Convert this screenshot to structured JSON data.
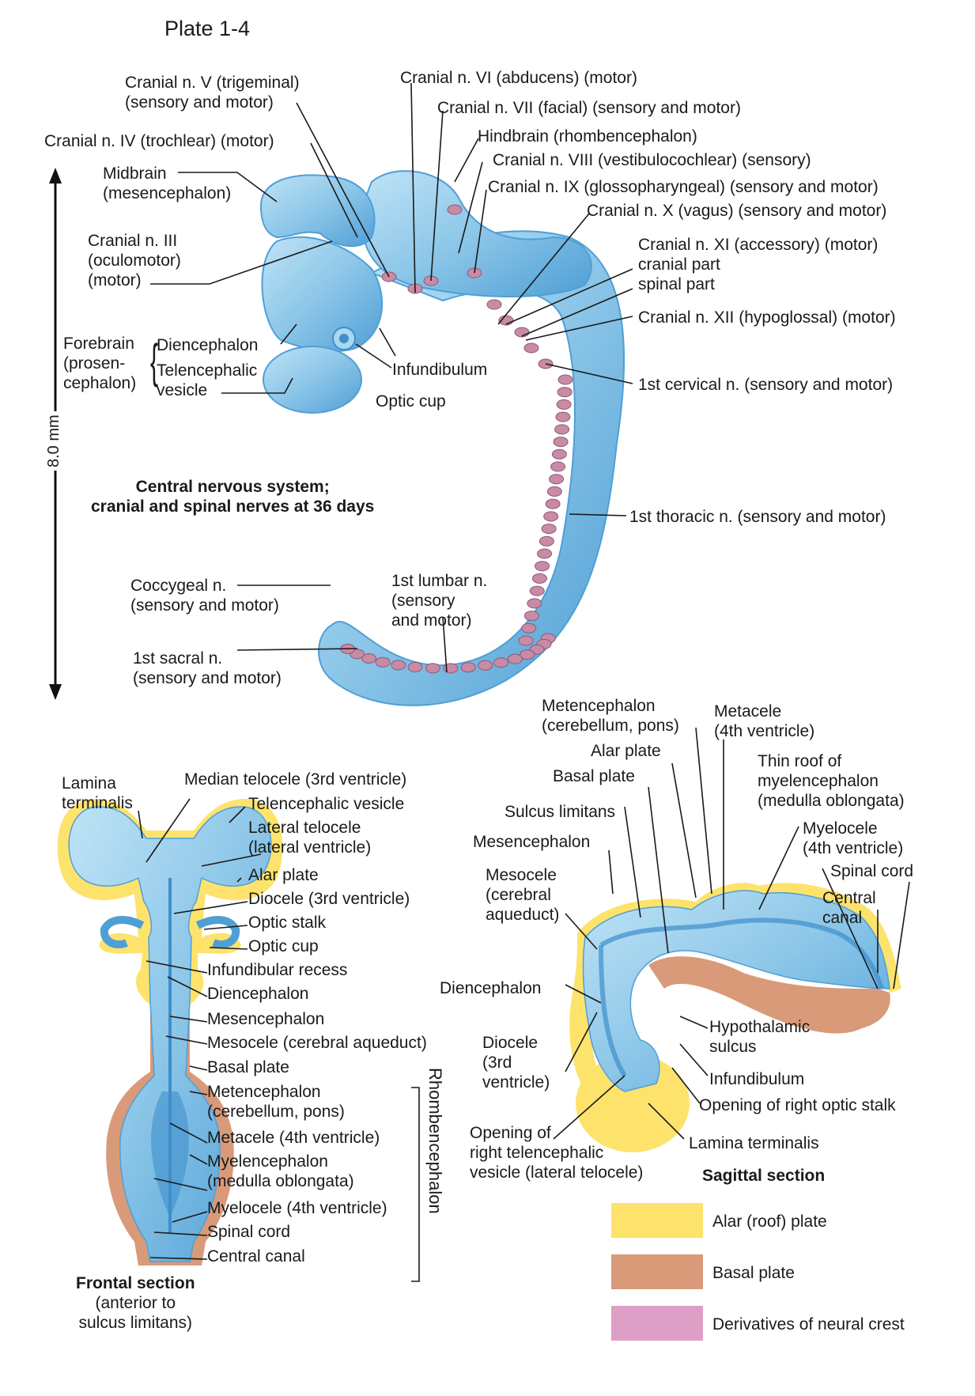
{
  "plate_title": "Plate 1-4",
  "colors": {
    "neural_tube_blue": "#8cc6e8",
    "neural_tube_dark": "#3f8fcc",
    "alar_yellow": "#fde36c",
    "basal_salmon": "#d99a7a",
    "neural_crest_pink": "#dd9fc5",
    "nerve_pink": "#c98aa6"
  },
  "scale": {
    "label": "8.0 mm"
  },
  "top": {
    "caption": [
      "Central nervous system;",
      "cranial and spinal nerves at 36 days"
    ],
    "labels": {
      "cn5": [
        "Cranial n. V (trigeminal)",
        "(sensory and motor)"
      ],
      "cn4": "Cranial n. IV (trochlear) (motor)",
      "midbrain": [
        "Midbrain",
        "(mesencephalon)"
      ],
      "cn3": [
        "Cranial n. III",
        "(oculomotor)",
        "(motor)"
      ],
      "forebrain": [
        "Forebrain",
        "(prosen-",
        "cephalon)"
      ],
      "diencephalon": "Diencephalon",
      "telencephalic": [
        "Telencephalic",
        "vesicle"
      ],
      "infundibulum": "Infundibulum",
      "optic_cup": "Optic cup",
      "cn6": "Cranial n. VI (abducens) (motor)",
      "cn7": "Cranial n. VII (facial) (sensory and motor)",
      "hindbrain": "Hindbrain (rhombencephalon)",
      "cn8": "Cranial n. VIII (vestibulocochlear) (sensory)",
      "cn9": "Cranial n. IX (glossopharyngeal) (sensory and motor)",
      "cn10": "Cranial n. X (vagus) (sensory and motor)",
      "cn11": [
        "Cranial n. XI (accessory) (motor)",
        "cranial part",
        "spinal part"
      ],
      "cn12": "Cranial n. XII (hypoglossal) (motor)",
      "cervical": "1st cervical n. (sensory and motor)",
      "thoracic": "1st thoracic n. (sensory and  motor)",
      "coccygeal": [
        "Coccygeal n.",
        "(sensory and motor)"
      ],
      "lumbar": [
        "1st lumbar n.",
        "(sensory",
        "and  motor)"
      ],
      "sacral": [
        "1st sacral n.",
        "(sensory and motor)"
      ]
    }
  },
  "frontal": {
    "caption_title": "Frontal section",
    "caption_sub": [
      "(anterior to",
      "sulcus limitans)"
    ],
    "group_label": "Rhombencephalon",
    "labels": {
      "lamina": [
        "Lamina",
        "terminalis"
      ],
      "median_telocele": "Median telocele (3rd ventricle)",
      "telencephalic_vesicle": "Telencephalic vesicle",
      "lateral_telocele": [
        "Lateral telocele",
        "(lateral ventricle)"
      ],
      "alar_plate": "Alar plate",
      "diocele": "Diocele (3rd ventricle)",
      "optic_stalk": "Optic stalk",
      "optic_cup": "Optic cup",
      "infundibular_recess": "Infundibular recess",
      "diencephalon": "Diencephalon",
      "mesencephalon": "Mesencephalon",
      "mesocele": "Mesocele (cerebral aqueduct)",
      "basal_plate": "Basal plate",
      "metencephalon": [
        "Metencephalon",
        "(cerebellum, pons)"
      ],
      "metacele": "Metacele (4th ventricle)",
      "myelencephalon": [
        "Myelencephalon",
        "(medulla oblongata)"
      ],
      "myelocele": "Myelocele (4th ventricle)",
      "spinal_cord": "Spinal cord",
      "central_canal": "Central canal"
    }
  },
  "sagittal": {
    "caption": "Sagittal section",
    "labels": {
      "metencephalon": [
        "Metencephalon",
        "(cerebellum, pons)"
      ],
      "metacele": [
        "Metacele",
        "(4th ventricle)"
      ],
      "alar_plate": "Alar plate",
      "basal_plate": "Basal plate",
      "thin_roof": [
        "Thin roof of",
        "myelencephalon",
        "(medulla oblongata)"
      ],
      "sulcus_limitans": "Sulcus limitans",
      "myelocele": [
        "Myelocele",
        "(4th ventricle)"
      ],
      "mesencephalon": "Mesencephalon",
      "spinal_cord": "Spinal cord",
      "mesocele": [
        "Mesocele",
        "(cerebral",
        "aqueduct)"
      ],
      "central_canal": [
        "Central",
        "canal"
      ],
      "diencephalon": "Diencephalon",
      "hypothalamic": [
        "Hypothalamic",
        "sulcus"
      ],
      "diocele": [
        "Diocele",
        "(3rd",
        "ventricle)"
      ],
      "infundibulum": "Infundibulum",
      "opening_optic": "Opening of right optic stalk",
      "opening_telen": [
        "Opening of",
        "right telencephalic",
        "vesicle (lateral telocele)"
      ],
      "lamina": "Lamina terminalis"
    }
  },
  "legend": [
    {
      "label": "Alar (roof) plate",
      "color": "#fde36c"
    },
    {
      "label": "Basal plate",
      "color": "#d99a7a"
    },
    {
      "label": "Derivatives of neural crest",
      "color": "#dd9fc5"
    }
  ]
}
